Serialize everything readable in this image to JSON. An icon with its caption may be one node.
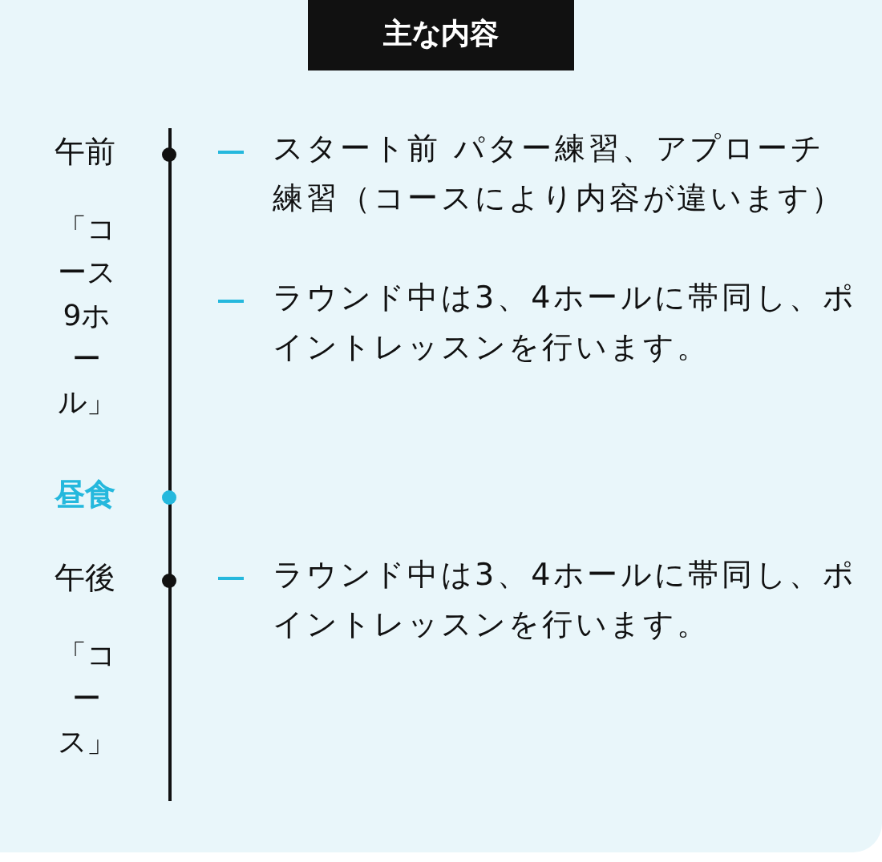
{
  "diagram": {
    "title": "主な内容",
    "labels": [
      "午前",
      "「コース9ホール」",
      "スタート前 パター練習、アプローチ練習（コースにより内容が違います）",
      "ラウンド中は3、4ホールに帯同し、ポイントレッスンを行います。",
      "昼食",
      "午後",
      "「コース」",
      "ラウンド中は3、4ホールに帯同し、ポイントレッスンを行います。"
    ]
  }
}
